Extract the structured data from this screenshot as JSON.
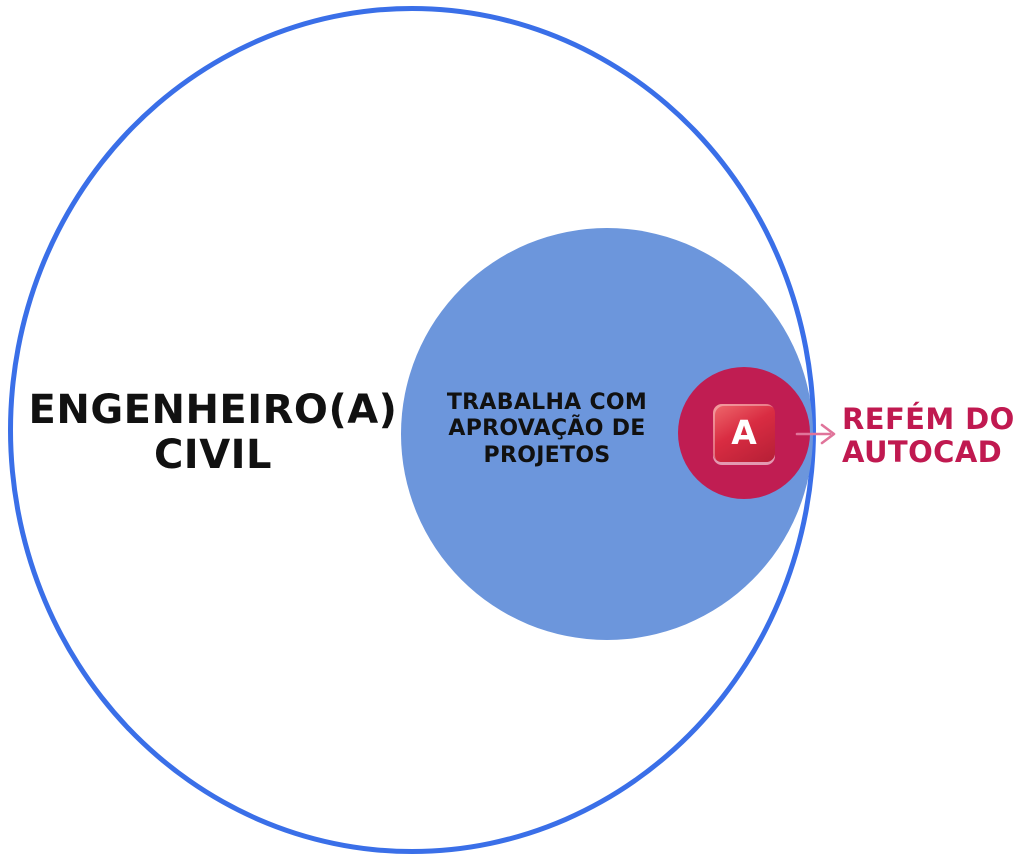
{
  "diagram": {
    "outer": {
      "label": "ENGENHEIRO(A)\nCIVIL"
    },
    "inner": {
      "label": "TRABALHA COM\nAPROVAÇÃO DE\nPROJETOS"
    },
    "badge": {
      "letter": "A",
      "icon": "autocad-key-icon"
    },
    "callout": {
      "label": "REFÉM DO\nAUTOCAD"
    }
  },
  "colors": {
    "outer_stroke": "#3A6FE8",
    "inner_fill": "#6C96DC",
    "badge_fill": "#C01D52",
    "keycap_red": "#D92C42",
    "callout_text": "#C01950",
    "arrow": "#E0749A",
    "label_text": "#111111"
  }
}
